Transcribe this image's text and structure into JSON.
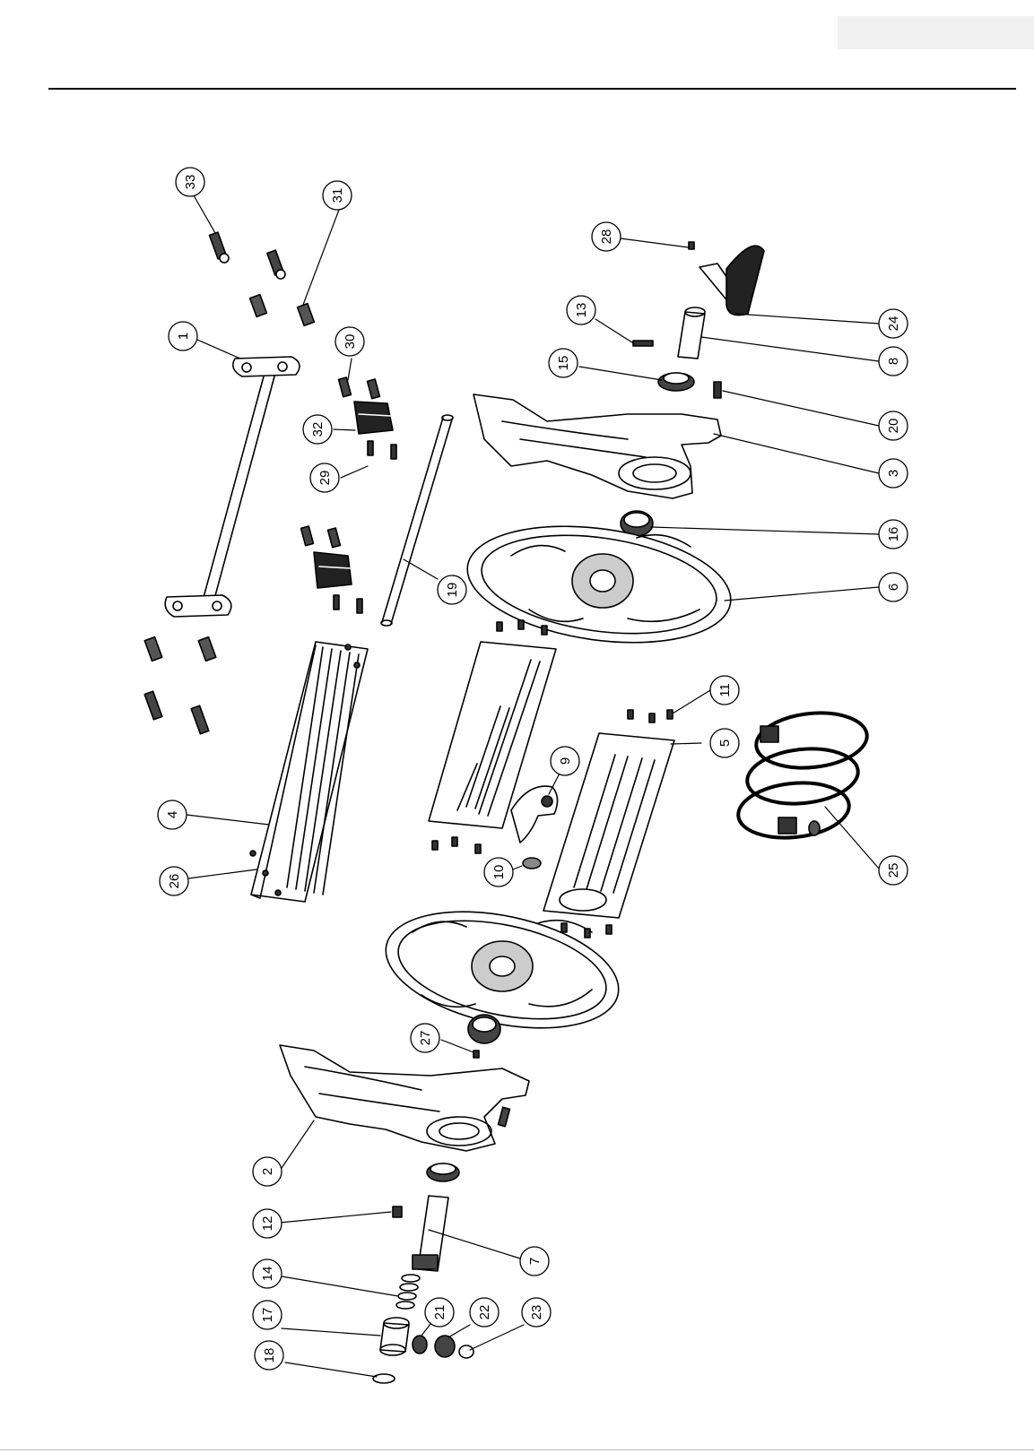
{
  "callouts": [
    {
      "id": "33",
      "label": "33"
    },
    {
      "id": "31",
      "label": "31"
    },
    {
      "id": "28",
      "label": "28"
    },
    {
      "id": "13",
      "label": "13"
    },
    {
      "id": "24",
      "label": "24"
    },
    {
      "id": "8",
      "label": "8"
    },
    {
      "id": "1",
      "label": "1"
    },
    {
      "id": "30",
      "label": "30"
    },
    {
      "id": "15",
      "label": "15"
    },
    {
      "id": "20",
      "label": "20"
    },
    {
      "id": "32",
      "label": "32"
    },
    {
      "id": "29",
      "label": "29"
    },
    {
      "id": "3",
      "label": "3"
    },
    {
      "id": "16",
      "label": "16"
    },
    {
      "id": "19",
      "label": "19"
    },
    {
      "id": "6",
      "label": "6"
    },
    {
      "id": "11",
      "label": "11"
    },
    {
      "id": "5",
      "label": "5"
    },
    {
      "id": "9",
      "label": "9"
    },
    {
      "id": "4",
      "label": "4"
    },
    {
      "id": "25",
      "label": "25"
    },
    {
      "id": "26",
      "label": "26"
    },
    {
      "id": "10",
      "label": "10"
    },
    {
      "id": "27",
      "label": "27"
    },
    {
      "id": "2",
      "label": "2"
    },
    {
      "id": "12",
      "label": "12"
    },
    {
      "id": "7",
      "label": "7"
    },
    {
      "id": "14",
      "label": "14"
    },
    {
      "id": "21",
      "label": "21"
    },
    {
      "id": "22",
      "label": "22"
    },
    {
      "id": "23",
      "label": "23"
    },
    {
      "id": "17",
      "label": "17"
    },
    {
      "id": "18",
      "label": "18"
    }
  ]
}
